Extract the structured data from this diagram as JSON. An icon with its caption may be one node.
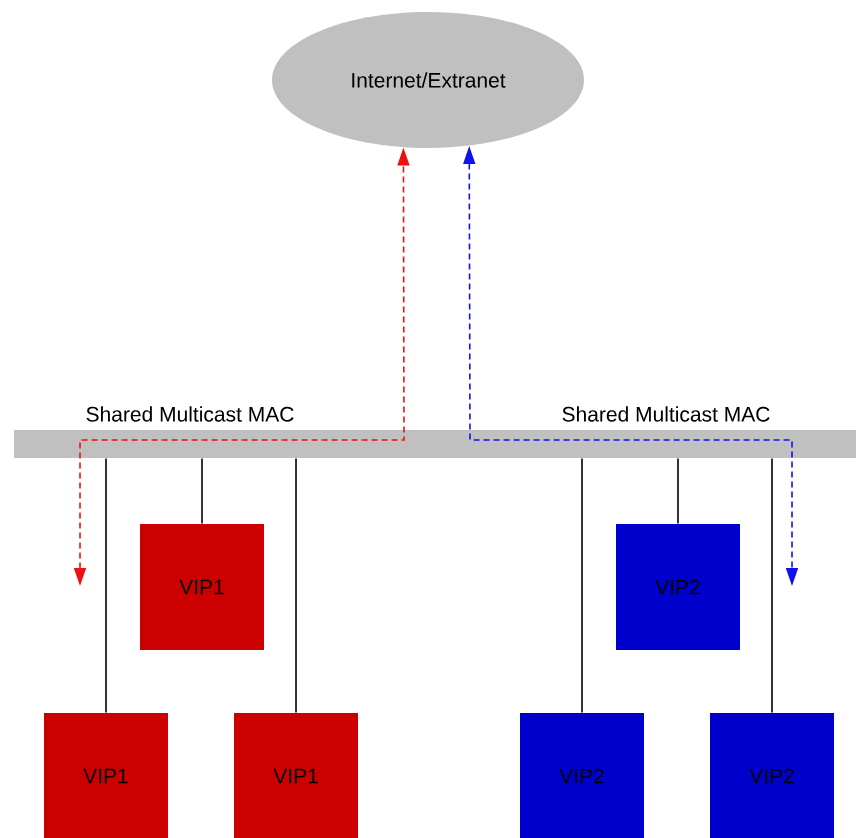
{
  "diagram": {
    "nodes": [
      {
        "text": [
          "Internet/Extranet"
        ]
      },
      {
        "text": [],
        "shape": "bar"
      },
      {
        "text": [
          "VIP1"
        ]
      },
      {
        "text": [
          "VIP2"
        ]
      },
      {
        "text": [
          "VIP1"
        ]
      },
      {
        "text": [
          "VIP1"
        ]
      },
      {
        "text": [
          "VIP2"
        ]
      },
      {
        "text": [
          "VIP2"
        ]
      }
    ],
    "edges": [
      {
        "from": 1,
        "to": 4,
        "arrow": "none"
      },
      {
        "from": 1,
        "to": 2,
        "arrow": "none"
      },
      {
        "from": 1,
        "to": 5,
        "arrow": "none"
      },
      {
        "from": 1,
        "to": 6,
        "arrow": "none"
      },
      {
        "from": 1,
        "to": 3,
        "arrow": "none"
      },
      {
        "from": 1,
        "to": 7,
        "arrow": "none"
      },
      {
        "from": null,
        "to": 0,
        "arrow": "both",
        "style": "dashed",
        "color": "#ee1111"
      },
      {
        "from": 0,
        "to": null,
        "arrow": "both",
        "style": "dashed",
        "color": "#1111ee"
      }
    ],
    "labels": [
      "Shared Multicast MAC",
      "Shared Multicast MAC"
    ]
  }
}
